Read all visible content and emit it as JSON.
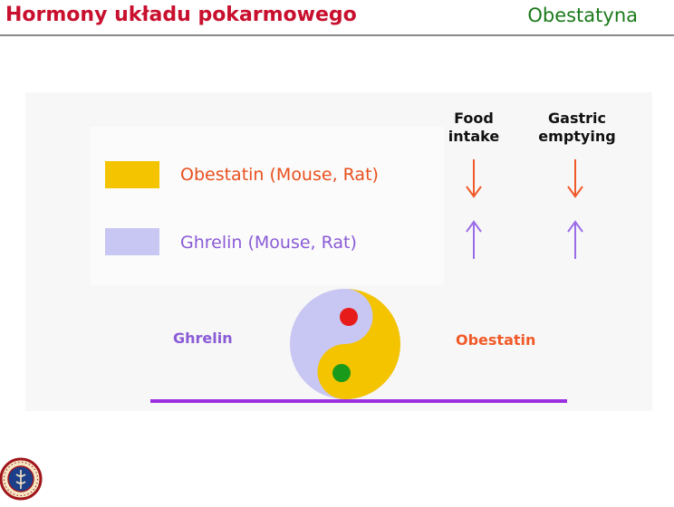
{
  "header": {
    "title": "Hormony układu pokarmowego",
    "subtitle": "Obestatyna"
  },
  "legend": {
    "items": [
      {
        "label": "Obestatin (Mouse, Rat)",
        "color": "#f4c400",
        "text_color": "#e8501e"
      },
      {
        "label": "Ghrelin (Mouse, Rat)",
        "color": "#c8c6f2",
        "text_color": "#8a5bd6"
      }
    ]
  },
  "effects": {
    "columns": [
      {
        "line1": "Food",
        "line2": "intake"
      },
      {
        "line1": "Gastric",
        "line2": "emptying"
      }
    ],
    "obestatin_arrow": {
      "direction": "down",
      "color": "#f05a28"
    },
    "ghrelin_arrow": {
      "direction": "up",
      "color": "#9b6ce8"
    }
  },
  "scale": {
    "left_label": "Ghrelin",
    "left_color": "#8a5bd6",
    "right_label": "Obestatin",
    "right_color": "#f05a28",
    "base_color": "#9b30e0",
    "yin_light": "#c8c6f2",
    "yin_dark": "#f4c400",
    "dot_top": "#e81b1b",
    "dot_bottom": "#1a9a1a"
  },
  "icons": [
    "university-seal-icon"
  ]
}
